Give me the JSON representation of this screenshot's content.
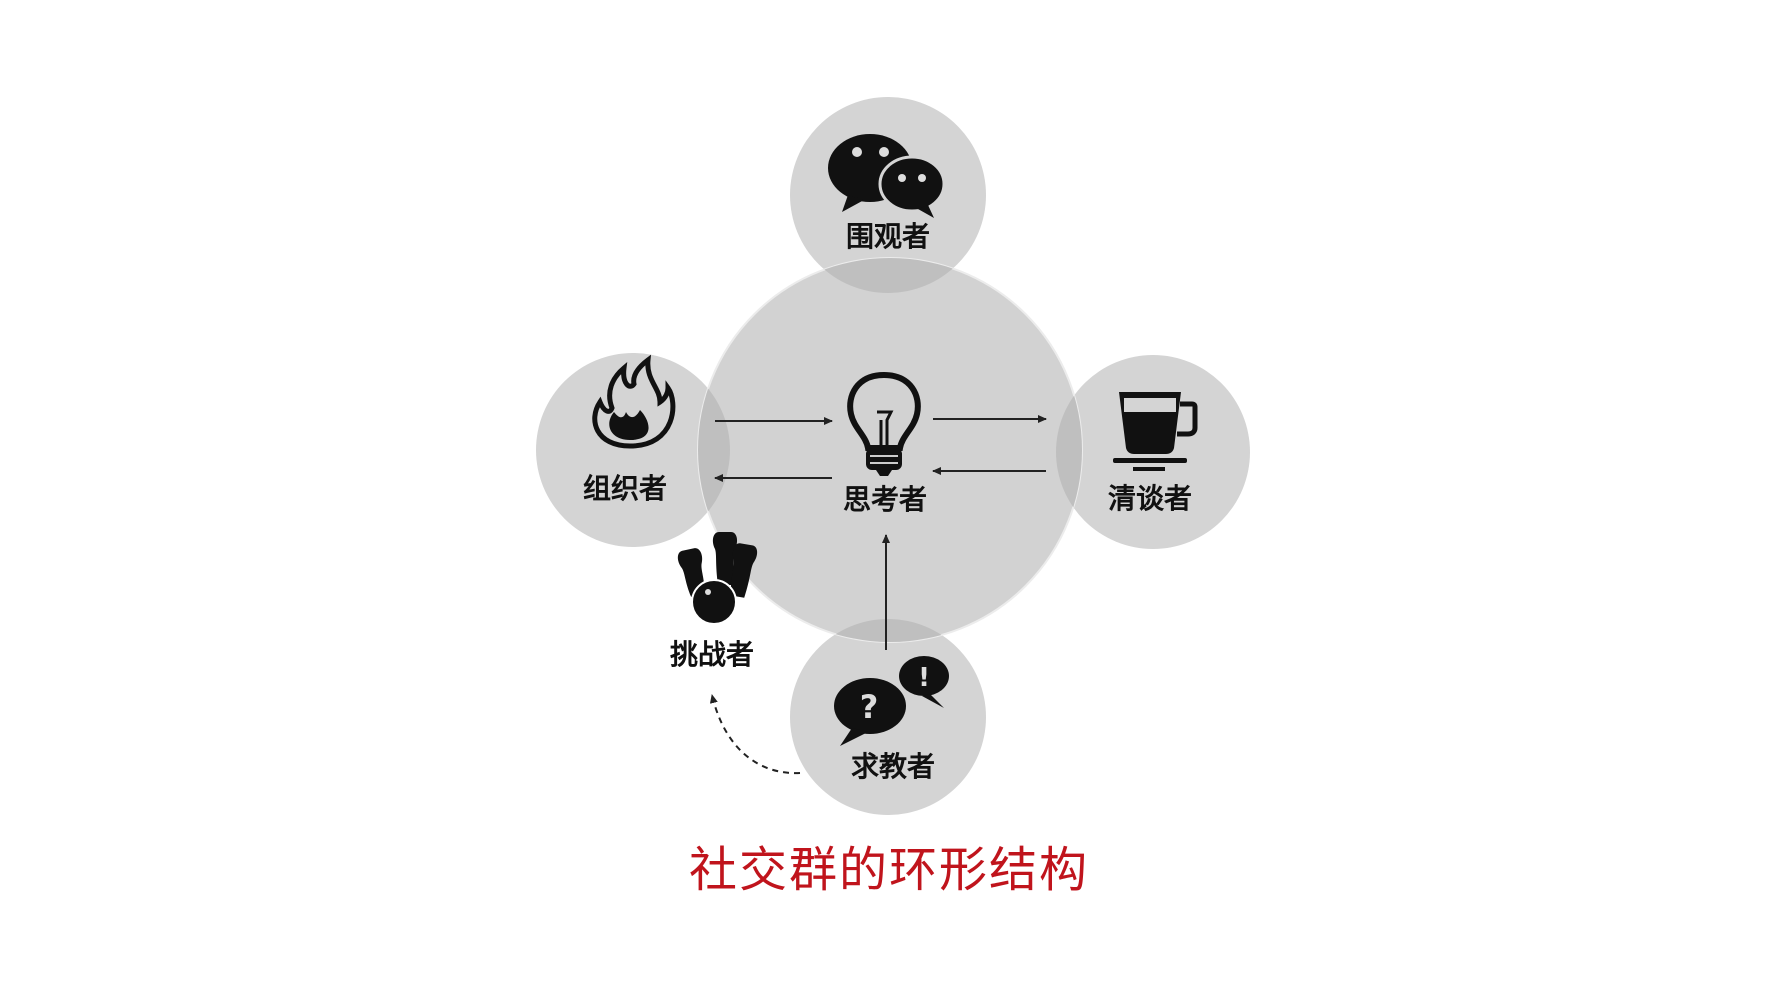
{
  "diagram": {
    "title": "社交群的环形结构",
    "colors": {
      "circle_fill": "#d4d4d4",
      "overlap_fill": "#bdbdbd",
      "ink": "#111111",
      "caption": "#c0141c",
      "background": "#ffffff"
    },
    "nodes": [
      {
        "id": "thinker",
        "label": "思考者",
        "icon": "lightbulb-icon",
        "position": "center"
      },
      {
        "id": "onlooker",
        "label": "围观者",
        "icon": "chat-bubbles-icon",
        "position": "top"
      },
      {
        "id": "organizer",
        "label": "组织者",
        "icon": "flame-icon",
        "position": "left"
      },
      {
        "id": "chatter",
        "label": "清谈者",
        "icon": "coffee-cup-icon",
        "position": "right"
      },
      {
        "id": "seeker",
        "label": "求教者",
        "icon": "question-exclaim-bubbles-icon",
        "position": "bottom"
      },
      {
        "id": "challenger",
        "label": "挑战者",
        "icon": "bowling-icon",
        "position": "bottom-left-outside"
      }
    ],
    "edges": [
      {
        "from": "organizer",
        "to": "thinker",
        "style": "solid"
      },
      {
        "from": "thinker",
        "to": "organizer",
        "style": "solid"
      },
      {
        "from": "thinker",
        "to": "chatter",
        "style": "solid"
      },
      {
        "from": "chatter",
        "to": "thinker",
        "style": "solid"
      },
      {
        "from": "seeker",
        "to": "thinker",
        "style": "solid"
      },
      {
        "from": "seeker",
        "to": "challenger",
        "style": "dashed"
      }
    ]
  }
}
